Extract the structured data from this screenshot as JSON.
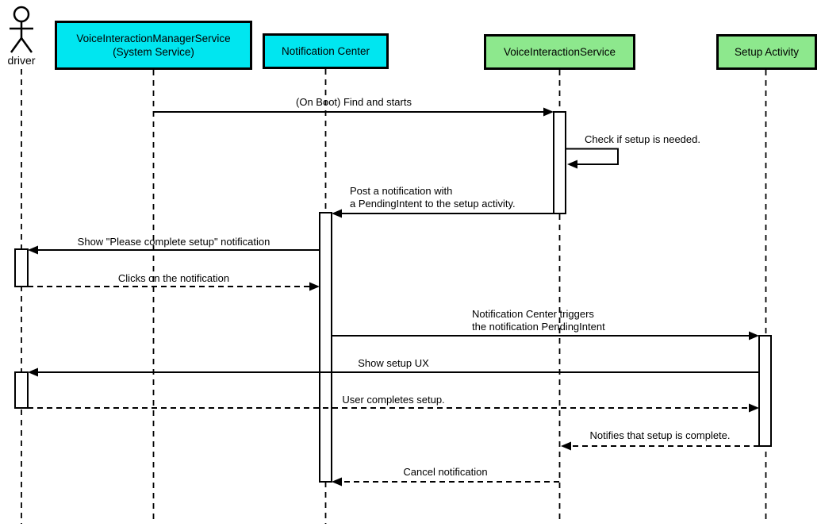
{
  "diagram": {
    "kind": "uml-sequence-diagram",
    "colors": {
      "participant_cyan": "#00e6f0",
      "participant_green": "#8de88d",
      "line": "#000000",
      "background": "#ffffff"
    },
    "actors": [
      {
        "id": "driver",
        "label": "driver",
        "kind": "actor"
      },
      {
        "id": "vims",
        "label": "VoiceInteractionManagerService\n(System Service)",
        "kind": "participant",
        "fill": "#00e6f0"
      },
      {
        "id": "notification-center",
        "label": "Notification Center",
        "kind": "participant",
        "fill": "#00e6f0"
      },
      {
        "id": "voice-interaction-service",
        "label": "VoiceInteractionService",
        "kind": "participant",
        "fill": "#8de88d"
      },
      {
        "id": "setup-activity",
        "label": "Setup Activity",
        "kind": "participant",
        "fill": "#8de88d"
      }
    ],
    "messages": [
      {
        "text": "(On Boot) Find and starts",
        "from": "VoiceInteractionManagerService (System Service)",
        "to": "VoiceInteractionService",
        "line": "solid"
      },
      {
        "text": "Check if setup is needed.",
        "from": "VoiceInteractionService",
        "to": "VoiceInteractionService",
        "line": "solid",
        "kind": "self-message"
      },
      {
        "text": "Post a notification with\na PendingIntent to the setup activity.",
        "from": "VoiceInteractionService",
        "to": "Notification Center",
        "line": "solid"
      },
      {
        "text": "Show \"Please complete setup\" notification",
        "from": "Notification Center",
        "to": "driver",
        "line": "solid"
      },
      {
        "text": "Clicks on the notification",
        "from": "driver",
        "to": "Notification Center",
        "line": "dashed"
      },
      {
        "text": "Notification Center triggers\nthe notification PendingIntent",
        "from": "Notification Center",
        "to": "Setup Activity",
        "line": "solid"
      },
      {
        "text": "Show setup UX",
        "from": "Setup Activity",
        "to": "driver",
        "line": "solid"
      },
      {
        "text": "User completes setup.",
        "from": "driver",
        "to": "Setup Activity",
        "line": "dashed"
      },
      {
        "text": "Notifies that setup is complete.",
        "from": "Setup Activity",
        "to": "VoiceInteractionService",
        "line": "dashed"
      },
      {
        "text": "Cancel notification",
        "from": "VoiceInteractionService",
        "to": "Notification Center",
        "line": "dashed"
      }
    ]
  }
}
